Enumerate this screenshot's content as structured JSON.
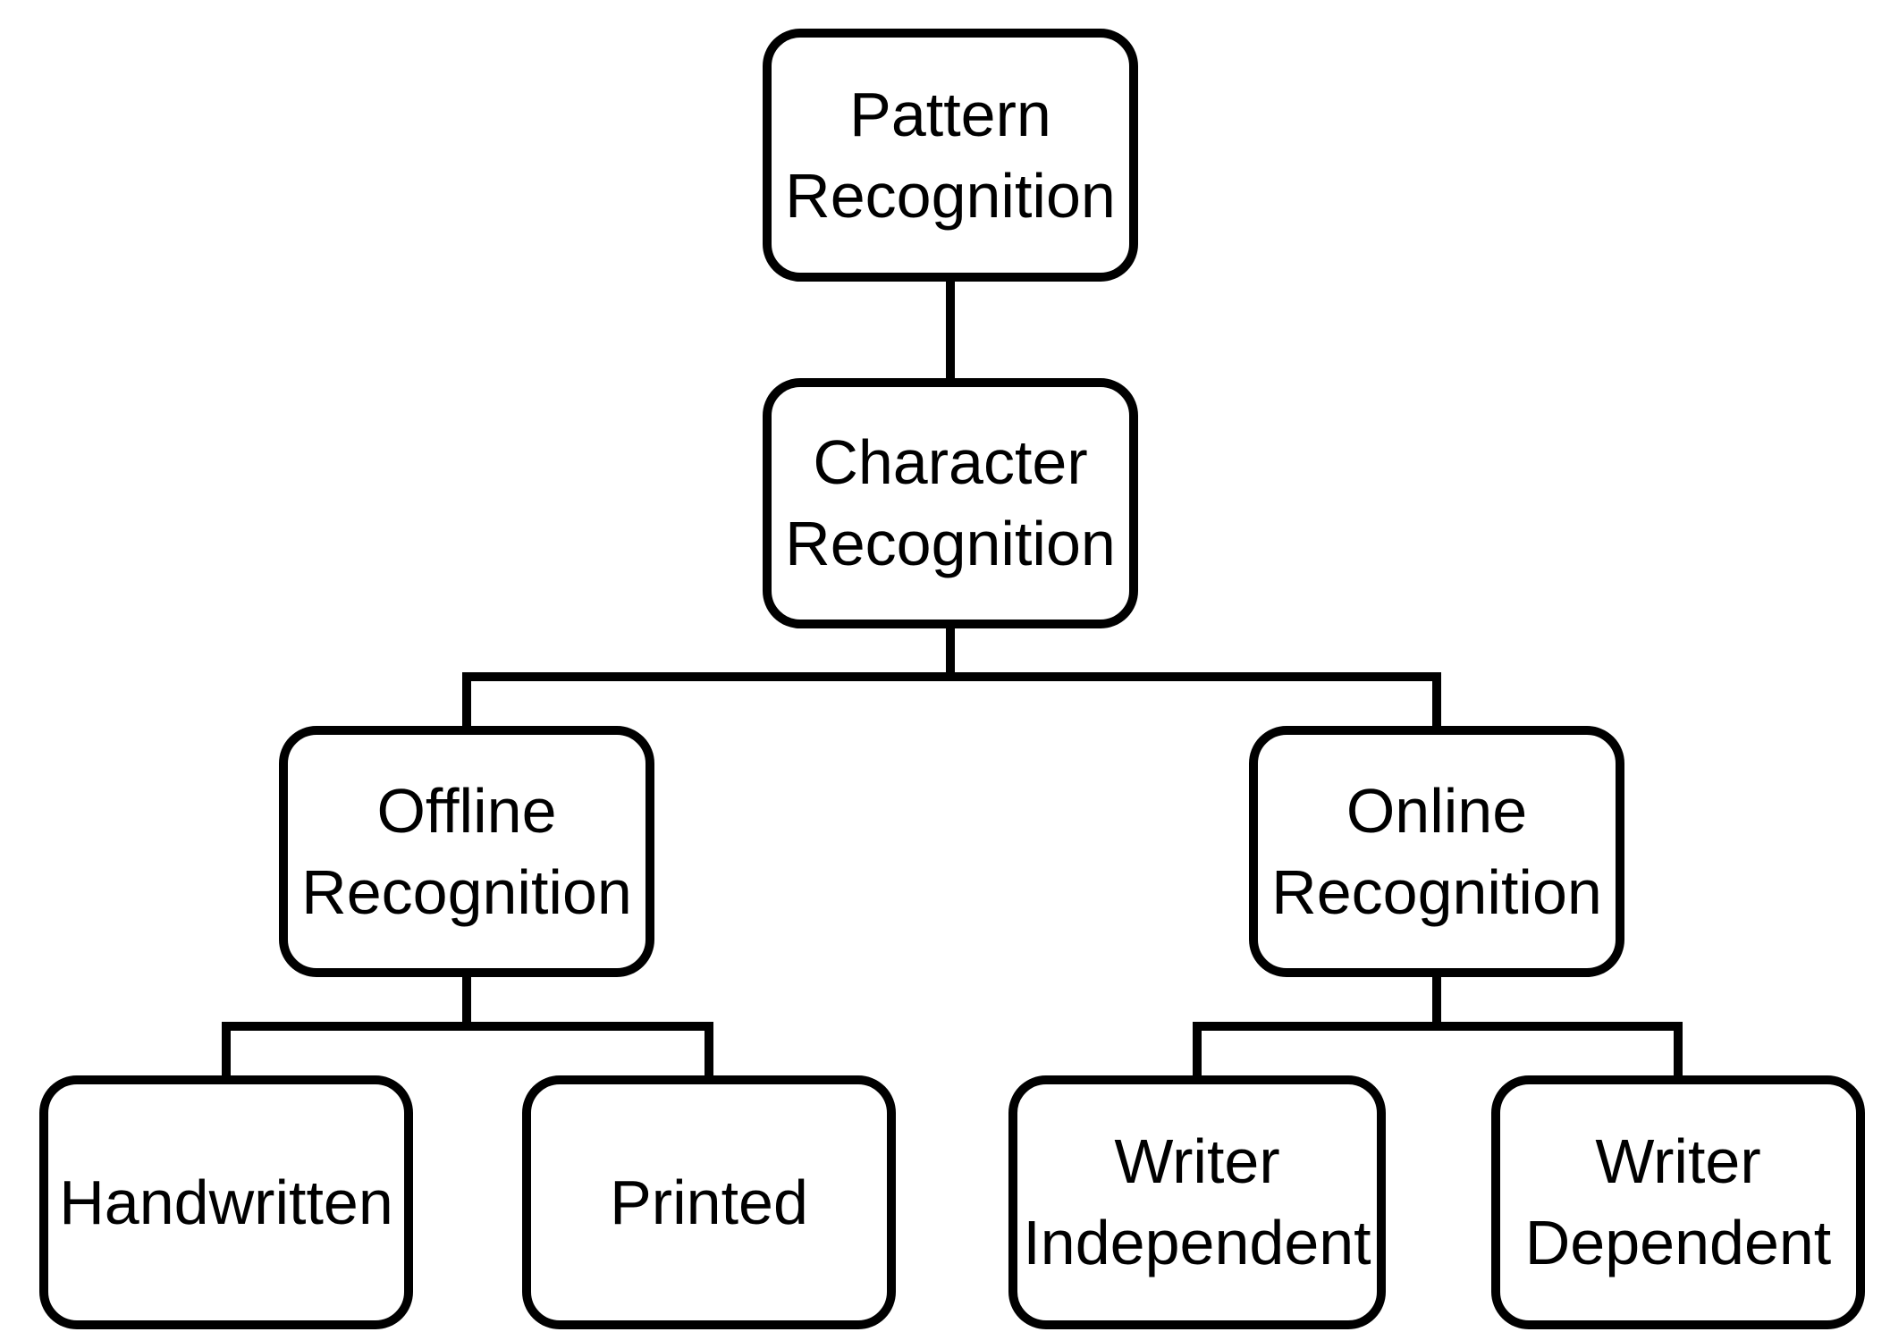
{
  "diagram": {
    "background_color": "#ffffff",
    "stroke_color": "#000000",
    "text_color": "#000000",
    "nodes": {
      "pattern": {
        "label": "Pattern\nRecognition"
      },
      "character": {
        "label": "Character\nRecognition"
      },
      "offline": {
        "label": "Offline\nRecognition"
      },
      "online": {
        "label": "Online\nRecognition"
      },
      "handwritten": {
        "label": "Handwritten"
      },
      "printed": {
        "label": "Printed"
      },
      "writer_independent": {
        "label": "Writer\nIndependent"
      },
      "writer_dependent": {
        "label": "Writer\nDependent"
      }
    },
    "edges": [
      {
        "from": "Pattern Recognition",
        "to": "Character Recognition"
      },
      {
        "from": "Character Recognition",
        "to": "Offline Recognition"
      },
      {
        "from": "Character Recognition",
        "to": "Online Recognition"
      },
      {
        "from": "Offline Recognition",
        "to": "Handwritten"
      },
      {
        "from": "Offline Recognition",
        "to": "Printed"
      },
      {
        "from": "Online Recognition",
        "to": "Writer Independent"
      },
      {
        "from": "Online Recognition",
        "to": "Writer Dependent"
      }
    ]
  }
}
